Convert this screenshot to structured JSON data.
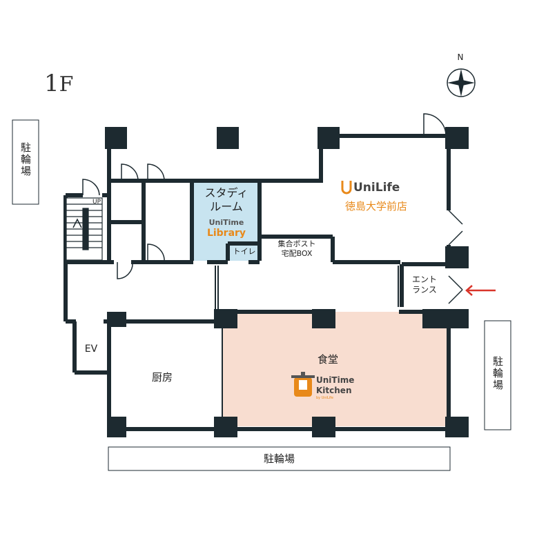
{
  "floor_label": {
    "number": "1",
    "letter": "F"
  },
  "compass": {
    "north_label": "N"
  },
  "parking": {
    "left": "駐輪場",
    "right": "駐輪場",
    "bottom": "駐輪場"
  },
  "stairs": {
    "label": "UP"
  },
  "rooms": {
    "study_room": {
      "line1": "スタディ",
      "line2": "ルーム"
    },
    "library_logo": {
      "line1": "UniTime",
      "line2": "Library"
    },
    "toilet": "トイレ",
    "mailbox": {
      "line1": "集合ポスト",
      "line2": "宅配BOX"
    },
    "entrance": {
      "line1": "エント",
      "line2": "ランス"
    },
    "elevator": "EV",
    "kitchen": "厨房",
    "dining": "食堂"
  },
  "unilife": {
    "brand": "UniLife",
    "store": "徳島大学前店"
  },
  "kitchen_logo": {
    "line1": "UniTime",
    "line2": "Kitchen",
    "sub": "by UniLife"
  },
  "colors": {
    "wall": "#1d2a30",
    "study_fill": "#c8e4f0",
    "dining_fill": "#f8ddd0",
    "accent_orange": "#e8891a",
    "arrow_red": "#d9352a"
  }
}
